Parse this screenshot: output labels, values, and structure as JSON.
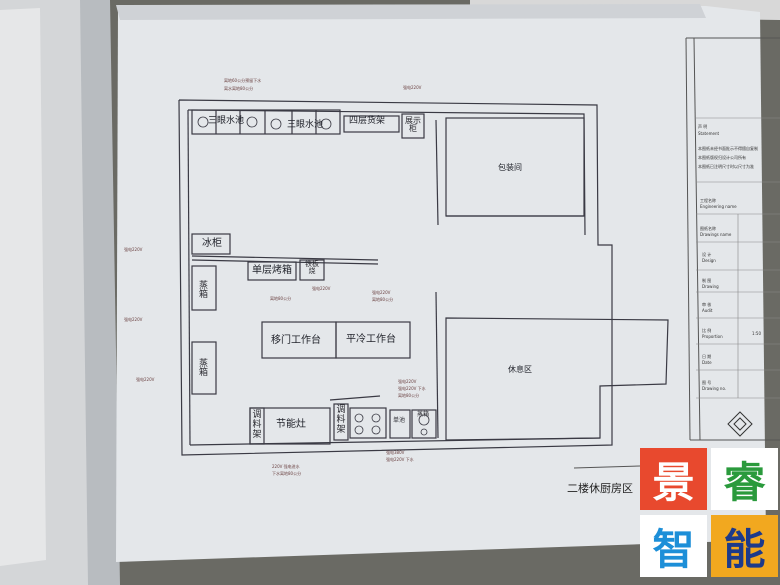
{
  "plan": {
    "rooms": {
      "triple_sink_1": "三眼水池",
      "triple_sink_2": "三眼水池",
      "four_tier_shelf": "四层货架",
      "display_cabinet": "展示柜",
      "packing_room": "包装间",
      "freezer": "冰柜",
      "single_oven": "单层烤箱",
      "griddle": "铁板烧",
      "sliding_door_table": "移门工作台",
      "flat_chill_table": "平冷工作台",
      "range_left_top": "蒸箱",
      "range_left_bottom": "蒸箱",
      "rest_area": "休息区",
      "seasoning_rack_1": "调料架",
      "seasoning_rack_2": "调料架",
      "energy_stove": "节能灶",
      "sink_small": "单池",
      "steamer": "蒸箱"
    },
    "notes": {
      "top_a": "离地60公分预留下水",
      "top_b": "离水离地80公分",
      "top_c": "强电220V",
      "left_a": "强电220V",
      "left_b": "强电220V",
      "left_c": "强电220V",
      "mid_a": "强电220V",
      "mid_b": "强电220V",
      "mid_c": "离地80公分",
      "mid_d": "离地80公分",
      "mid_e": "强电220V",
      "mid_f": "强电220V  下水",
      "mid_g": "离地80公分",
      "bot_a": "220V  强电进水",
      "bot_b": "下水离地80公分",
      "bot_c": "强电380V",
      "bot_d": "强电220V  下水"
    },
    "drawing_title": "二楼休厨房区"
  },
  "title_block": {
    "declaration_cn": "声  明",
    "declaration_en": "Statement",
    "decl_text_1": "本图纸未经书面批示不得擅自复制",
    "decl_text_2": "本图纸版权归设计公司所有",
    "decl_text_3": "本图纸已注明尺寸时以尺寸为准",
    "project_cn": "工程名称",
    "project_en": "Engineering name",
    "drawing_cn": "图纸名称",
    "drawing_en": "Drawings name",
    "design_cn": "设  计",
    "design_en": "Design",
    "draw_cn": "制  图",
    "draw_en": "Drawing",
    "audit_cn": "审  核",
    "audit_en": "Audit",
    "scale_cn": "比  例",
    "scale_en": "Proportion",
    "scale_value": "1:50",
    "date_cn": "日  期",
    "date_en": "Date",
    "number_cn": "图  号",
    "number_en": "Drawing no."
  },
  "logo": {
    "chars": [
      "景",
      "睿",
      "智",
      "能"
    ],
    "colors": [
      "#e8492e",
      "#2a9a3c",
      "#1d8fd8",
      "#f2a81f"
    ]
  }
}
